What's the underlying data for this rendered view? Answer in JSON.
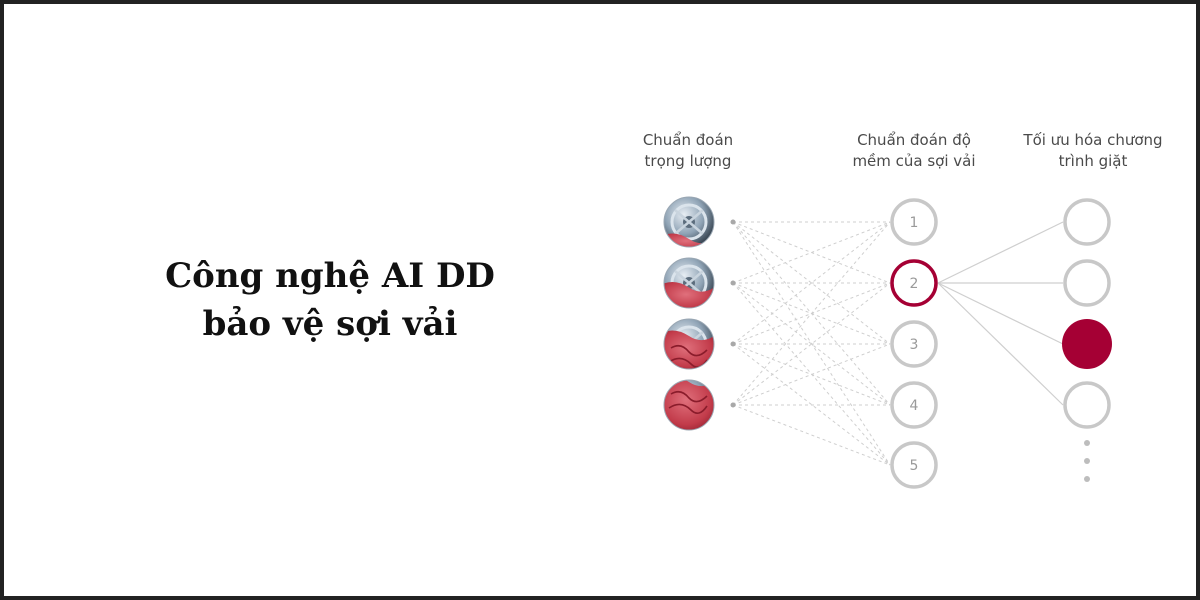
{
  "title": {
    "line1": "Công nghệ AI DD",
    "line2": "bảo vệ sợi vải"
  },
  "columns": [
    {
      "line1": "Chuẩn đoán",
      "line2": "trọng lượng"
    },
    {
      "line1": "Chuẩn đoán độ",
      "line2": "mềm của sợi vải"
    },
    {
      "line1": "Tối ưu hóa chương",
      "line2": "trình giặt"
    }
  ],
  "softness_levels": [
    "1",
    "2",
    "3",
    "4",
    "5"
  ],
  "selected_level": "2",
  "selected_program_index": 2,
  "load_levels": [
    0.2,
    0.45,
    0.7,
    1.0
  ],
  "colors": {
    "accent": "#a50034",
    "node_ring": "#c8c8c8",
    "link": "#cfcfcf",
    "fabric": "#c23b4a",
    "drum": "#8fa3b5"
  }
}
